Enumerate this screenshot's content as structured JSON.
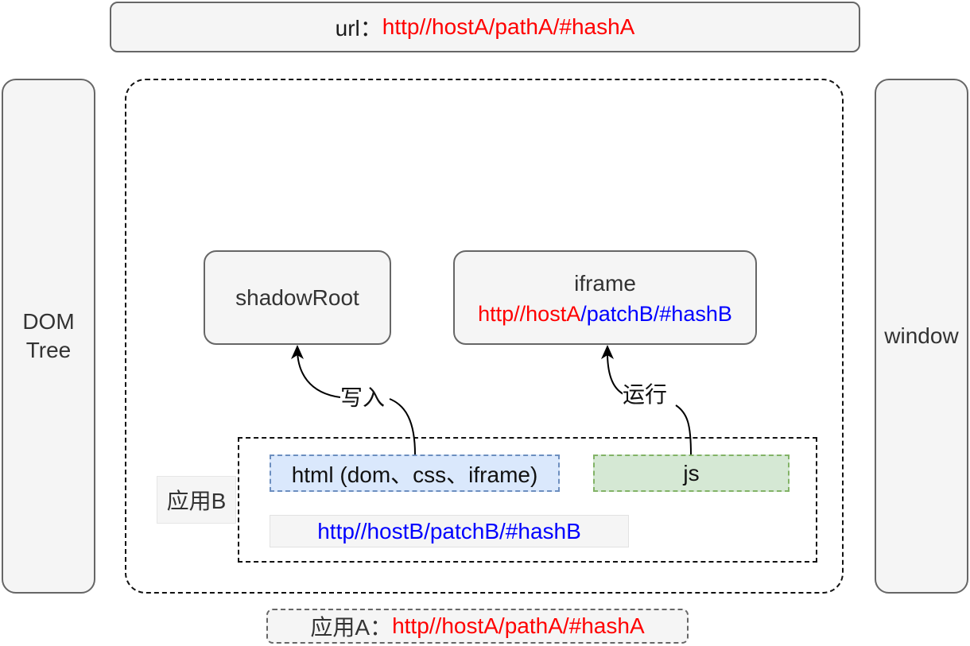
{
  "url_bar": {
    "label": "url：",
    "value": "http//hostA/pathA/#hashA"
  },
  "dom_tree": {
    "label_line1": "DOM",
    "label_line2": "Tree"
  },
  "window": {
    "label": "window"
  },
  "shadow_root": {
    "label": "shadowRoot"
  },
  "iframe": {
    "title": "iframe",
    "url_part_host": "http//hostA",
    "url_part_path": "/patchB/#hashB"
  },
  "arrows": {
    "write_label": "写入",
    "run_label": "运行"
  },
  "app_b": {
    "label": "应用B",
    "html_block": "html (dom、css、iframe)",
    "js_block": "js",
    "url": "http//hostB/patchB/#hashB"
  },
  "app_a": {
    "label": "应用A：",
    "url": "http//hostA/pathA/#hashA"
  },
  "colors": {
    "host_a": "#ff0000",
    "app_b_url": "#0000ff",
    "html_fill": "#dae8fc",
    "html_stroke": "#6c8ebf",
    "js_fill": "#d5e8d4",
    "js_stroke": "#82b366"
  }
}
